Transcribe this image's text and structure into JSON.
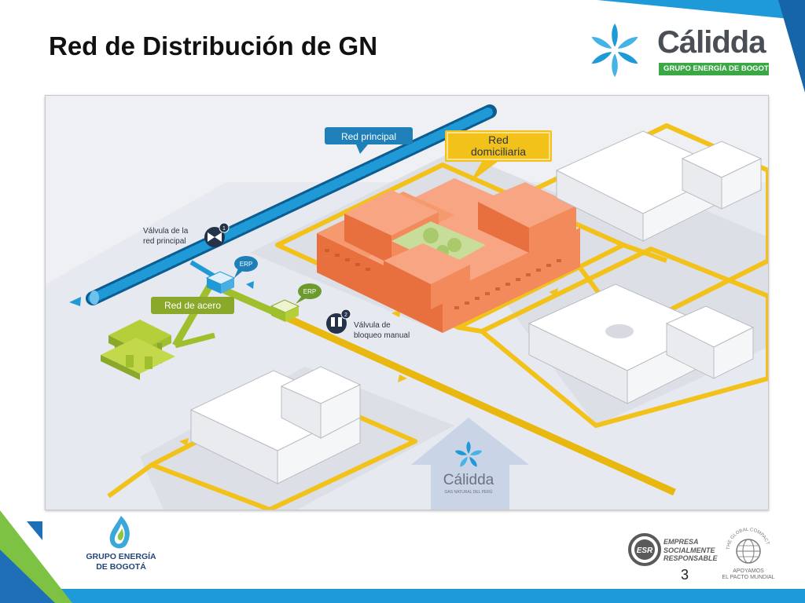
{
  "slide": {
    "title": "Red de Distribución de GN",
    "page_number": "3"
  },
  "brand": {
    "name": "Cálidda",
    "tagline": "GRUPO ENERGÍA DE BOGOTÁ",
    "colors": {
      "blue": "#1f9ad6",
      "green": "#8dc63f",
      "dark_green": "#3aa845",
      "yellow": "#f2c21b",
      "orange": "#f07b4f"
    }
  },
  "figure": {
    "labels": {
      "red_principal": "Red principal",
      "red_domiciliaria_line1": "Red",
      "red_domiciliaria_line2": "domiciliaria",
      "valvula_red_principal_line1": "Válvula de la",
      "valvula_red_principal_line2": "red principal",
      "valvula_number": "1",
      "erp_1": "ERP",
      "erp_2": "ERP",
      "red_de_acero": "Red de acero",
      "valvula_bloqueo_line1": "Válvula de",
      "valvula_bloqueo_line2": "bloqueo manual",
      "bloqueo_number": "2",
      "center_logo_name": "Cálidda",
      "center_logo_tagline": "GAS NATURAL DEL PERÚ"
    }
  },
  "footer": {
    "ggb_line1": "GRUPO ENERGÍA",
    "ggb_line2": "DE BOGOTÁ",
    "esr_mark": "ESR",
    "esr_line1": "EMPRESA",
    "esr_line2": "SOCIALMENTE",
    "esr_line3": "RESPONSABLE",
    "gc_ring": "THE GLOBAL COMPACT",
    "gc_line1": "APOYAMOS",
    "gc_line2": "EL PACTO MUNDIAL"
  }
}
